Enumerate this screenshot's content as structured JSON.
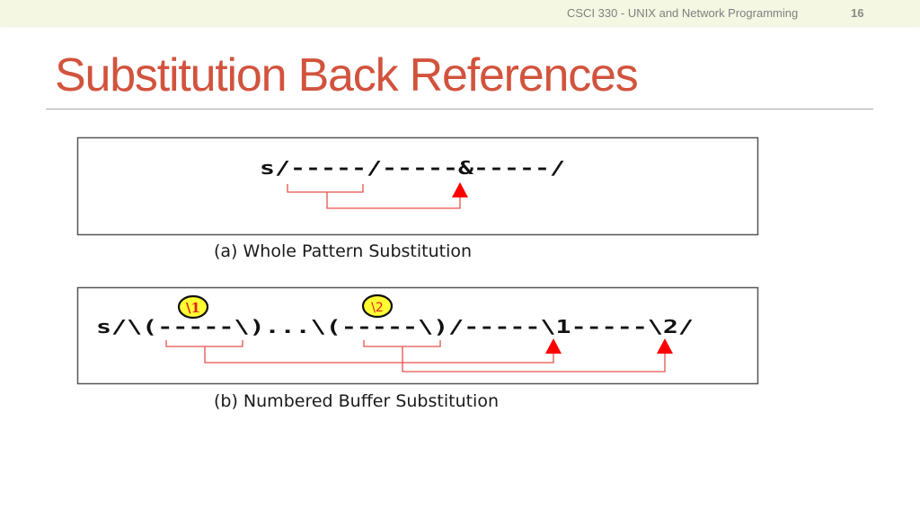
{
  "header": {
    "course_title": "CSCI 330 - UNIX and Network Programming",
    "page_number": "16"
  },
  "slide": {
    "title": "Substitution Back References"
  },
  "figures": [
    {
      "id": "a",
      "command": "s/-----/-----&-----/",
      "caption": "(a) Whole Pattern Substitution"
    },
    {
      "id": "b",
      "command": "s/\\(-----\\)...\\(-----\\)/-----\\1-----\\2/",
      "badges": [
        "\\1",
        "\\2"
      ],
      "caption": "(b) Numbered Buffer Substitution"
    }
  ],
  "colors": {
    "title": "#d2533d",
    "header_bg": "#f4f7e1",
    "arrow": "#ff0000",
    "bracket": "#e8504a",
    "badge_fill": "#ffff33",
    "badge_text": "#e02020"
  }
}
